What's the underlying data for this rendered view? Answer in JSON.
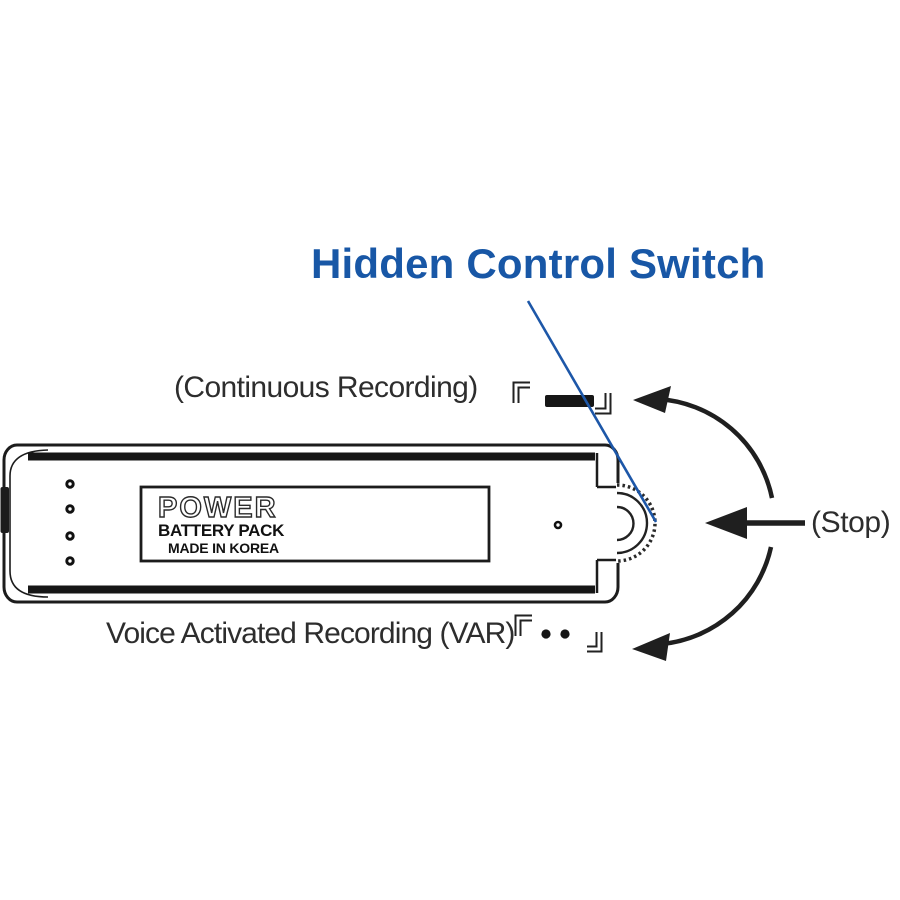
{
  "title": {
    "text": "Hidden Control Switch",
    "color": "#1857a6"
  },
  "annotations": {
    "continuous": {
      "label": "(Continuous Recording)",
      "symbol": "solid-bar-between-corner-brackets"
    },
    "stop": {
      "label": "(Stop)",
      "symbol": "left-arrow-pointing-to-wheel"
    },
    "var": {
      "label": "Voice Activated Recording (VAR)",
      "symbol": "two-dots-between-corner-brackets"
    }
  },
  "device": {
    "label_line1": "POWER",
    "label_line2": "BATTERY PACK",
    "label_line3": "MADE IN KOREA",
    "left_indicator_dots": 4,
    "control": "knurled-thumb-wheel"
  },
  "icons": {
    "leader_line": "blue-pointer-line",
    "rotation_arrow_up": "curved-arrow-counterclockwise",
    "rotation_arrow_down": "curved-arrow-clockwise",
    "stop_arrow": "left-arrow-icon"
  },
  "colors": {
    "accent_blue": "#1857a6",
    "ink": "#1f1f1f",
    "background": "#ffffff"
  }
}
